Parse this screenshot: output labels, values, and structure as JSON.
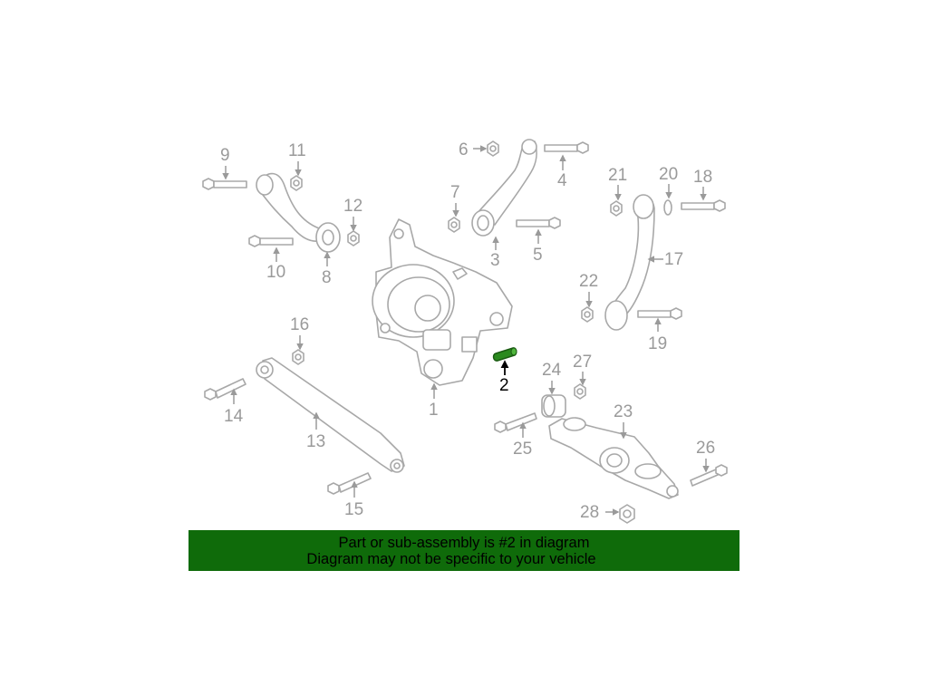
{
  "highlight_color": "#2a8a1e",
  "banner": {
    "background": "#0f6b0a",
    "line1": "Part or sub-assembly is #2 in diagram",
    "line2": "Diagram may not be specific to your vehicle"
  },
  "callouts": {
    "c1": "1",
    "c2": "2",
    "c3": "3",
    "c4": "4",
    "c5": "5",
    "c6": "6",
    "c7": "7",
    "c8": "8",
    "c9": "9",
    "c10": "10",
    "c11": "11",
    "c12": "12",
    "c13": "13",
    "c14": "14",
    "c15": "15",
    "c16": "16",
    "c17": "17",
    "c18": "18",
    "c19": "19",
    "c20": "20",
    "c21": "21",
    "c22": "22",
    "c23": "23",
    "c24": "24",
    "c25": "25",
    "c26": "26",
    "c27": "27",
    "c28": "28"
  }
}
